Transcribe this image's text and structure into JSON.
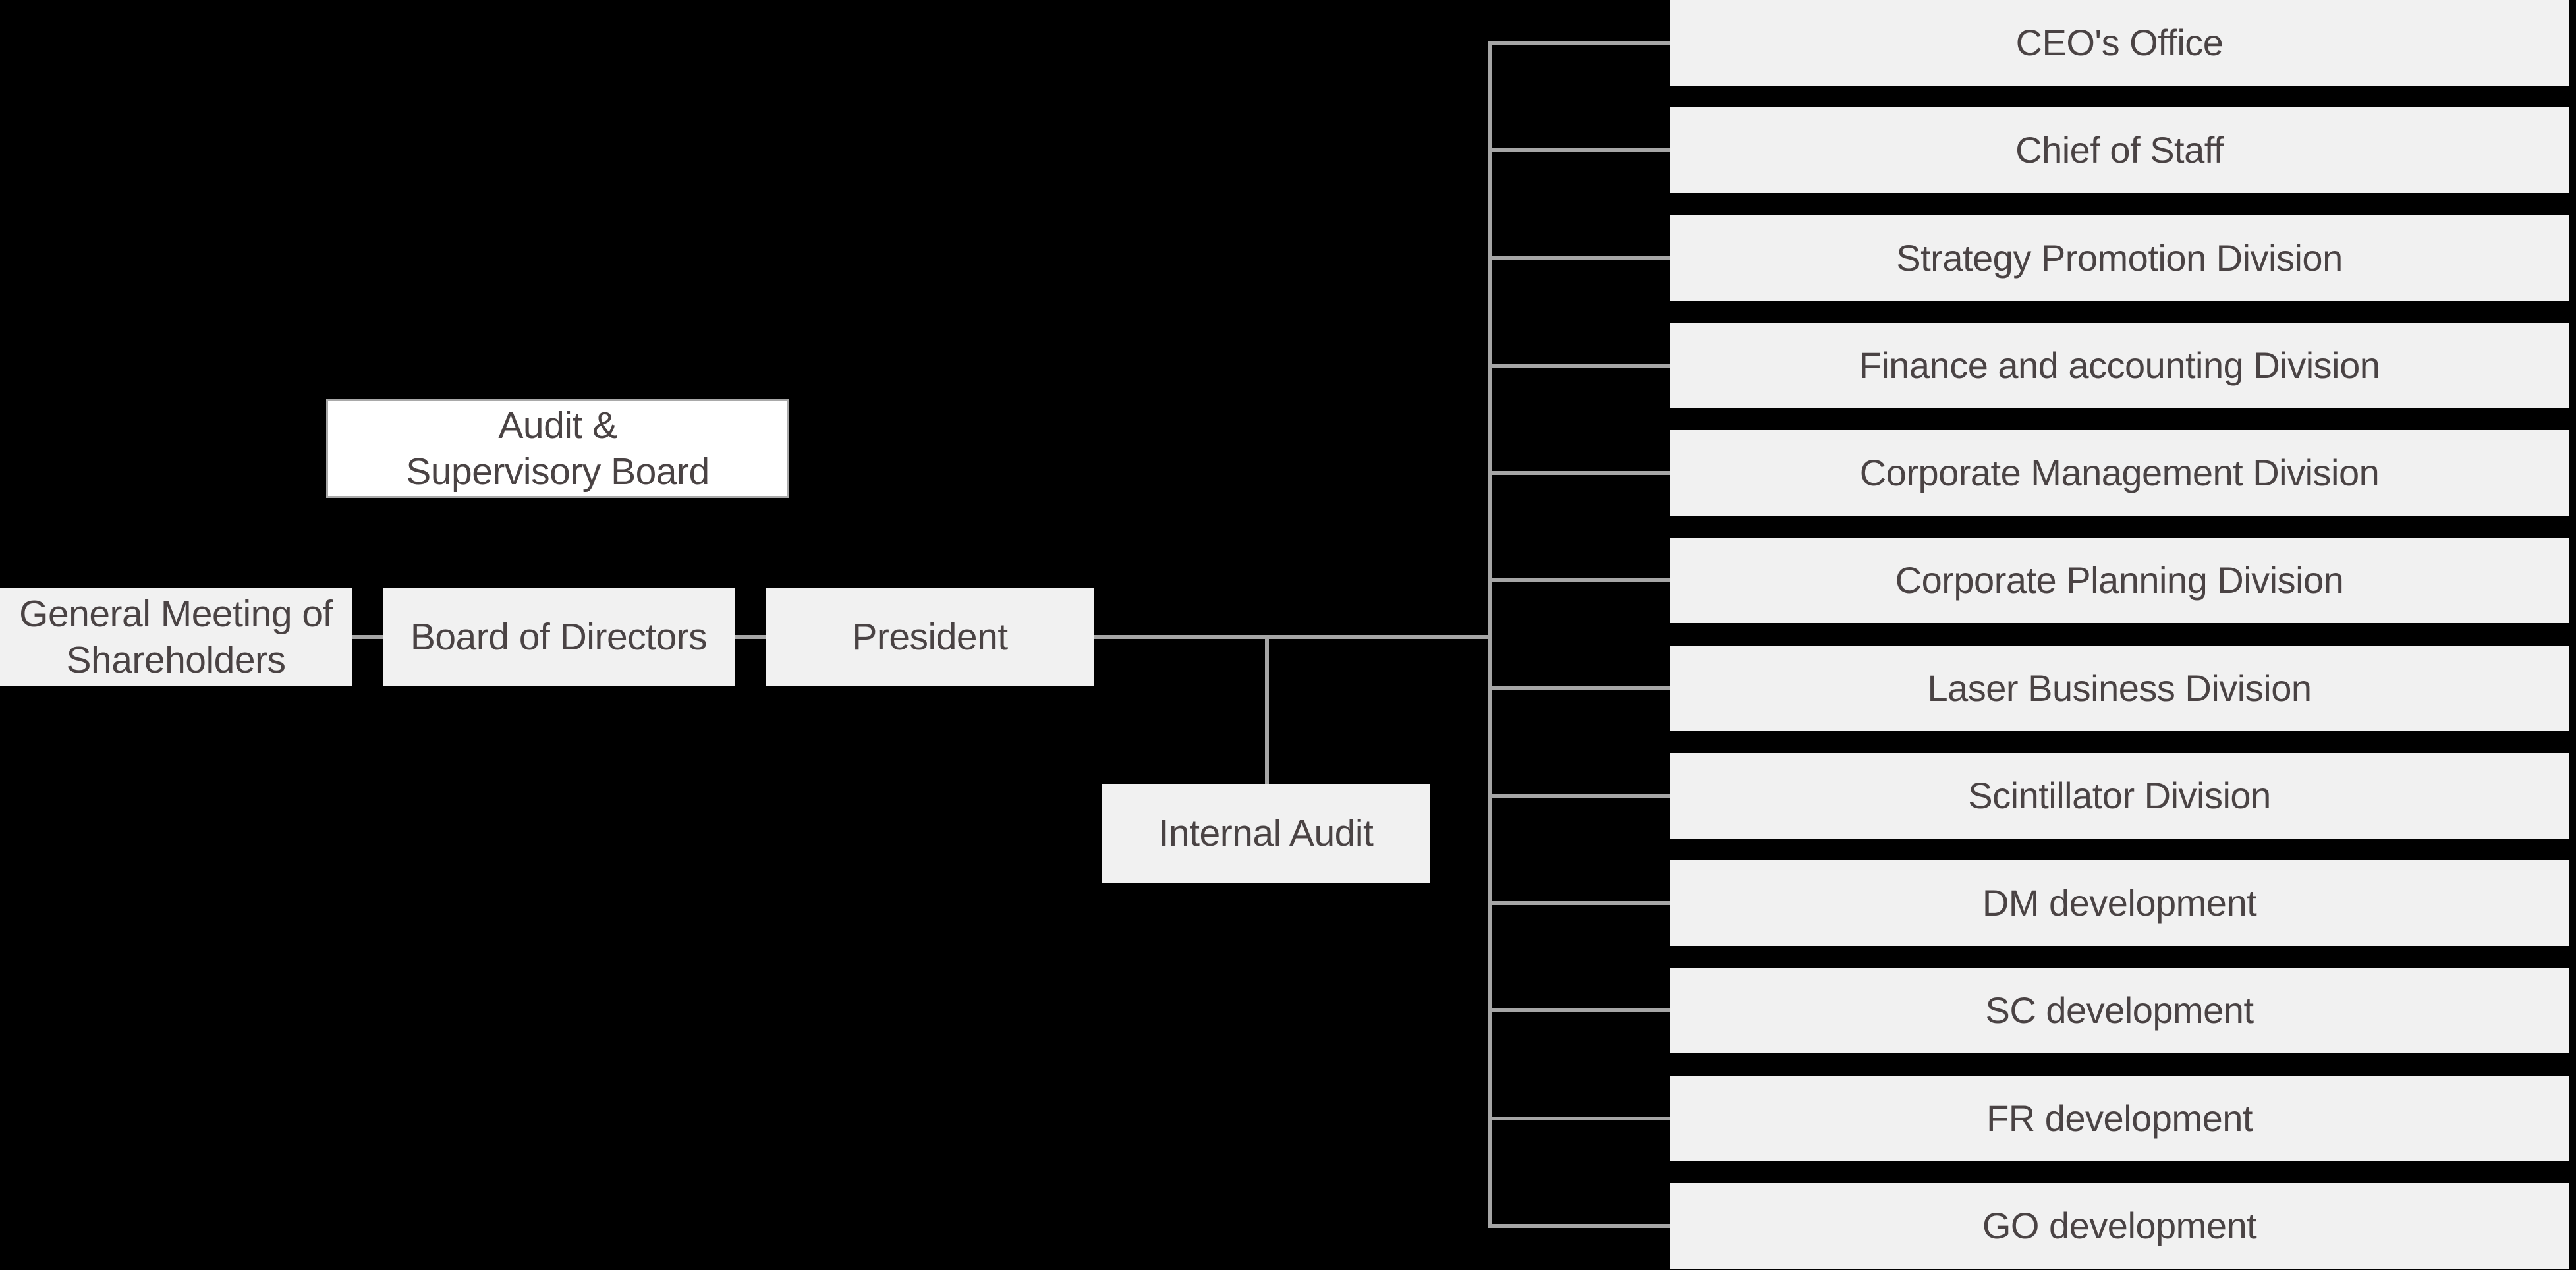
{
  "colors": {
    "background": "#000000",
    "connector": "#a6a6a6",
    "node_fill": "#f1f1f1",
    "node_text": "#4a4344",
    "highlight_fill": "#ffffff",
    "highlight_border": "#a9a9a9"
  },
  "chart": {
    "type": "org-chart",
    "nodes": {
      "shareholders": {
        "lines": [
          "General Meeting of",
          "Shareholders"
        ]
      },
      "board_of_directors": {
        "label": "Board of Directors"
      },
      "president": {
        "label": "President"
      },
      "audit_supervisory_board": {
        "lines": [
          "Audit &",
          "Supervisory Board"
        ]
      },
      "internal_audit": {
        "label": "Internal Audit"
      }
    },
    "divisions": [
      "CEO's Office",
      "Chief of Staff",
      "Strategy Promotion Division",
      "Finance and accounting Division",
      "Corporate Management Division",
      "Corporate Planning Division",
      "Laser Business Division",
      "Scintillator Division",
      "DM development",
      "SC development",
      "FR development",
      "GO development"
    ]
  }
}
